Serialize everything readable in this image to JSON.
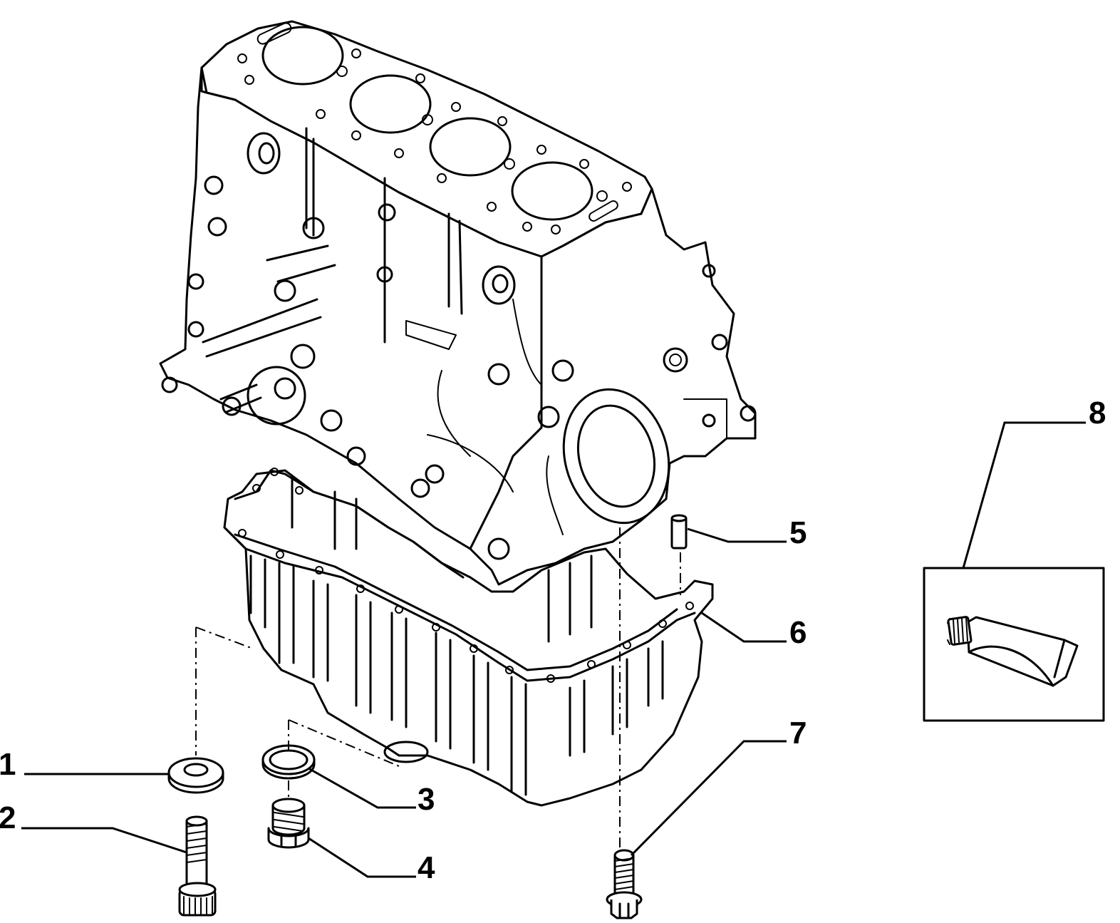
{
  "callouts": [
    {
      "id": "1",
      "label": "1"
    },
    {
      "id": "2",
      "label": "2"
    },
    {
      "id": "3",
      "label": "3"
    },
    {
      "id": "4",
      "label": "4"
    },
    {
      "id": "5",
      "label": "5"
    },
    {
      "id": "6",
      "label": "6"
    },
    {
      "id": "7",
      "label": "7"
    },
    {
      "id": "8",
      "label": "8"
    }
  ],
  "parts": [
    {
      "callout": "1",
      "icon": "washer-icon"
    },
    {
      "callout": "2",
      "icon": "socket-head-bolt-icon"
    },
    {
      "callout": "3",
      "icon": "seal-ring-icon"
    },
    {
      "callout": "4",
      "icon": "drain-plug-icon"
    },
    {
      "callout": "5",
      "icon": "dowel-pin-icon"
    },
    {
      "callout": "6",
      "icon": "oil-pan-icon"
    },
    {
      "callout": "7",
      "icon": "flange-bolt-icon"
    },
    {
      "callout": "8",
      "icon": "sealant-tube-icon"
    }
  ],
  "assembly": {
    "icon": "engine-block-icon"
  }
}
